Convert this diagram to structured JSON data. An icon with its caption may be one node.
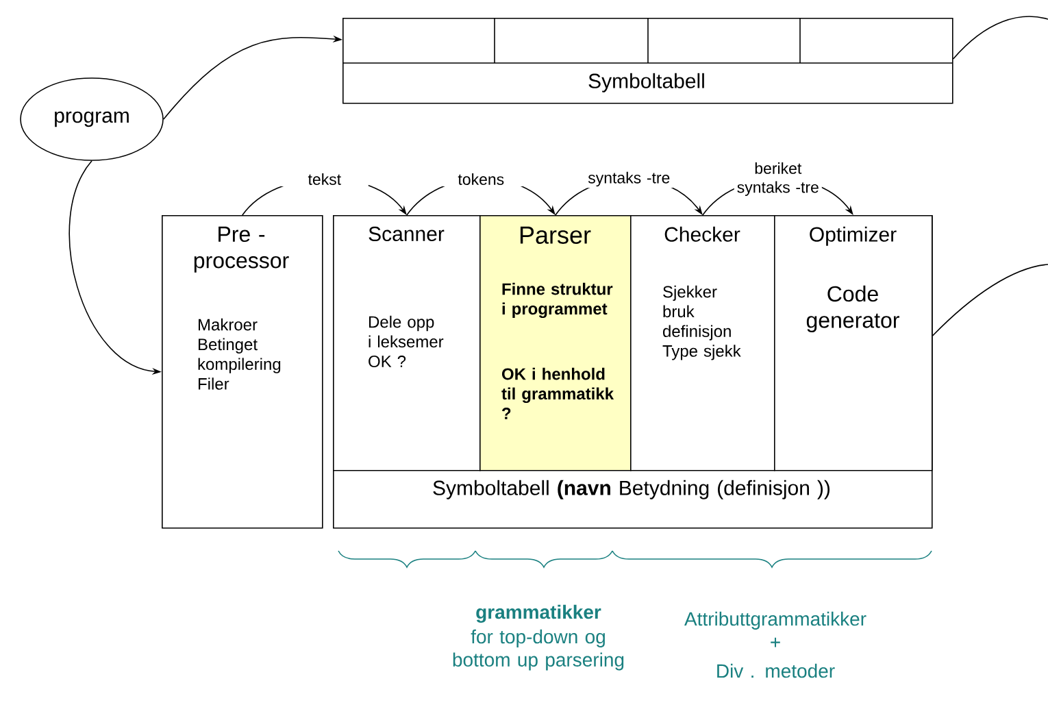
{
  "diagram": {
    "nodes": [
      {
        "text": [
          "program"
        ]
      },
      {
        "text": [
          "Symboltabell"
        ]
      },
      {
        "text": [
          "Pre - processor",
          "Makroer Betinget kompilering Filer"
        ]
      },
      {
        "text": [
          "Symboltabell **(navn** Betydning (definisjon ))"
        ]
      },
      {
        "text": [
          "Scanner",
          "Dele opp i leksemer OK ?"
        ],
        "in": 3
      },
      {
        "text": [
          "Parser",
          "Finne struktur i programmet",
          "OK i henhold til grammatikk ?"
        ],
        "in": 3
      },
      {
        "text": [
          "Checker",
          "Sjekker bruk definisjon Type sjekk"
        ],
        "in": 3
      },
      {
        "text": [
          "Optimizer",
          "Code generator"
        ],
        "in": 3
      }
    ],
    "edges": [
      {
        "from": 0,
        "to": 1,
        "arrow": "to"
      },
      {
        "from": 1,
        "to": null,
        "arrow": "none"
      },
      {
        "from": 0,
        "to": 2,
        "arrow": "to"
      },
      {
        "from": 2,
        "to": 4,
        "arrow": "to",
        "label": "tekst"
      },
      {
        "from": 4,
        "to": 5,
        "arrow": "to",
        "label": "tokens"
      },
      {
        "from": 5,
        "to": 6,
        "arrow": "to",
        "label": "syntaks -tre"
      },
      {
        "from": 6,
        "to": 7,
        "arrow": "to",
        "label": "beriket syntaks -tre"
      },
      {
        "from": 7,
        "to": null,
        "arrow": "none"
      }
    ],
    "labels": [
      "grammatikker",
      "for top-down og bottom up parsering",
      "Attributtgrammatikker",
      "+",
      "Div . metoder"
    ]
  }
}
